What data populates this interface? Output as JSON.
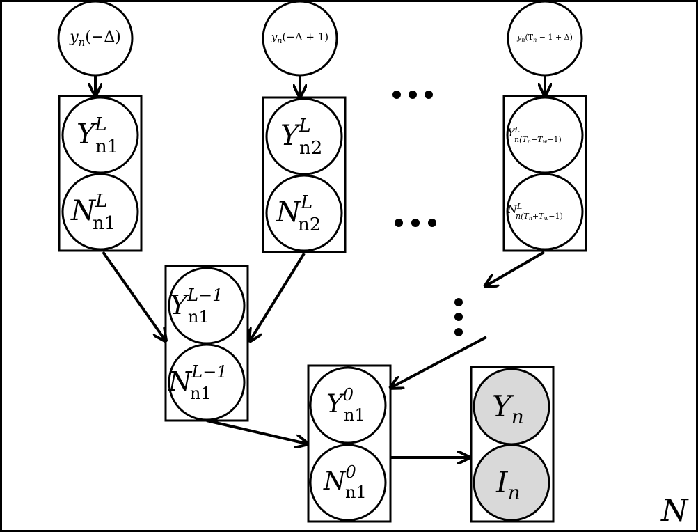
{
  "plate_label": "N",
  "nodes": {
    "y_minus_delta": {
      "base": "y",
      "sub": "n",
      "arg": "(−Δ)"
    },
    "y_minus_delta_plus_1": {
      "base": "y",
      "sub": "n",
      "arg": "(−Δ + 1)"
    },
    "y_last": {
      "base": "y",
      "sub": "n",
      "arg": "(T",
      "arg_sub": "n",
      "arg_tail": " − 1 + Δ)"
    },
    "Y_L_1": {
      "base": "Y",
      "sup": "L",
      "sub": "n1"
    },
    "N_L_1": {
      "base": "N",
      "sup": "L",
      "sub": "n1"
    },
    "Y_L_2": {
      "base": "Y",
      "sup": "L",
      "sub": "n2"
    },
    "N_L_2": {
      "base": "N",
      "sup": "L",
      "sub": "n2"
    },
    "Y_L_last": {
      "base": "Y",
      "sup": "L",
      "sub": "n(T",
      "sub2": "n",
      "mid": "+T",
      "sub3": "w",
      "tail": "−1)"
    },
    "N_L_last": {
      "base": "N",
      "sup": "L",
      "sub": "n(T",
      "sub2": "n",
      "mid": "+T",
      "sub3": "w",
      "tail": "−1)"
    },
    "Y_Lm1_1": {
      "base": "Y",
      "sup": "L−1",
      "sub": "n1"
    },
    "N_Lm1_1": {
      "base": "N",
      "sup": "L−1",
      "sub": "n1"
    },
    "Y_0_1": {
      "base": "Y",
      "sup": "0",
      "sub": "n1"
    },
    "N_0_1": {
      "base": "N",
      "sup": "0",
      "sub": "n1"
    },
    "Y_obs": {
      "base": "Y",
      "sub": "n"
    },
    "I_obs": {
      "base": "I",
      "sub": "n"
    }
  },
  "colors": {
    "observed_fill": "#d9d9d9",
    "stroke": "#000000"
  }
}
